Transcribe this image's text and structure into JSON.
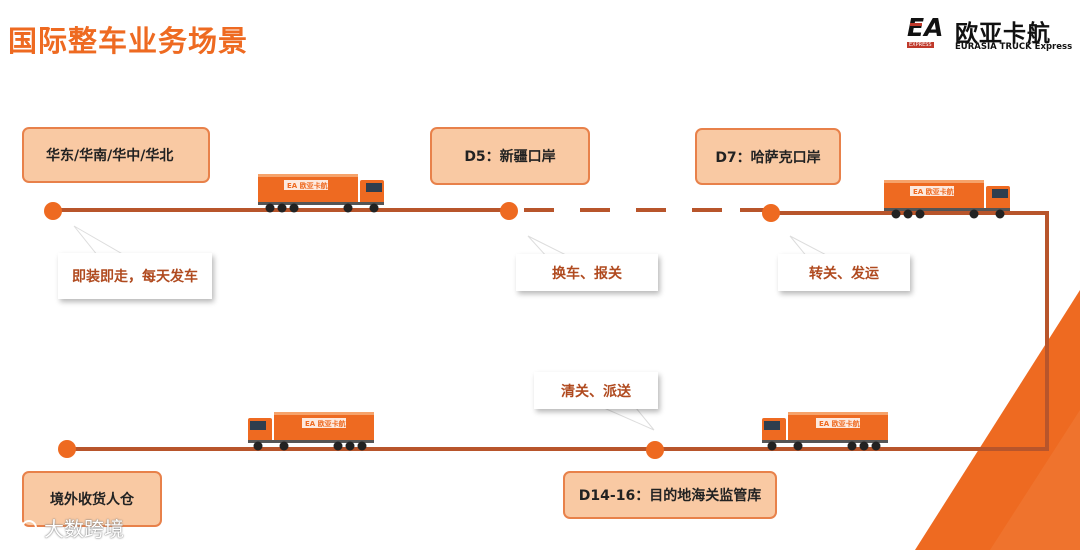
{
  "title": "国际整车业务场景",
  "logo": {
    "mark": "EA",
    "mark_sub": "EXPRESS",
    "name_cn": "欧亚卡航",
    "name_en": "EURASIA TRUCK Express"
  },
  "locations": {
    "origin": "华东/华南/华中/华北",
    "d5": "D5：新疆口岸",
    "d7": "D7：哈萨克口岸",
    "d14": "D14-16：目的地海关监管库",
    "warehouse": "境外收货人仓"
  },
  "callouts": {
    "load_go": "即装即走，每天发车",
    "transfer": "换车、报关",
    "transit": "转关、发运",
    "clear": "清关、派送"
  },
  "truck": {
    "brand_mark": "EA",
    "brand_cn": "欧亚卡航"
  },
  "watermark": "大数跨境",
  "colors": {
    "accent": "#ee6a21",
    "line": "#b8552b",
    "box_fill": "#f9c9a3"
  }
}
